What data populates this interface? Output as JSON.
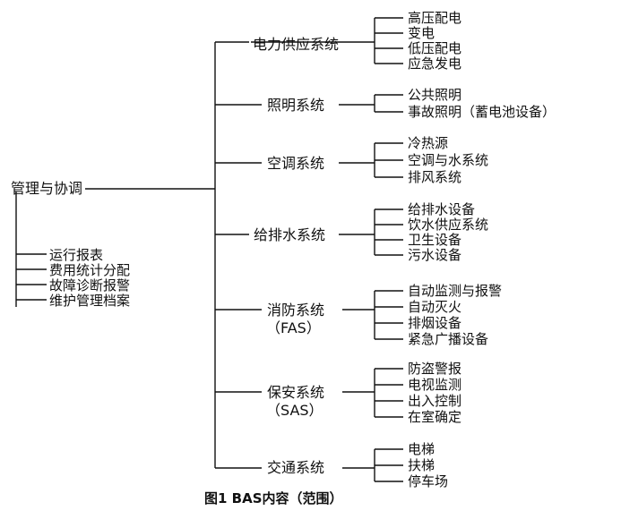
{
  "root": "管理与协调",
  "management": [
    "运行报表",
    "费用统计分配",
    "故障诊断报警",
    "维护管理档案"
  ],
  "systems": [
    {
      "name": "电力供应系统",
      "items": [
        "高压配电",
        "变电",
        "低压配电",
        "应急发电"
      ]
    },
    {
      "name": "照明系统",
      "items": [
        "公共照明",
        "事故照明（蓄电池设备）"
      ]
    },
    {
      "name": "空调系统",
      "items": [
        "冷热源",
        "空调与水系统",
        "排风系统"
      ]
    },
    {
      "name": "给排水系统",
      "items": [
        "给排水设备",
        "饮水供应系统",
        "卫生设备",
        "污水设备"
      ]
    },
    {
      "name": "消防系统",
      "sub": "（FAS）",
      "items": [
        "自动监测与报警",
        "自动灭火",
        "排烟设备",
        "紧急广播设备"
      ]
    },
    {
      "name": "保安系统",
      "sub": "（SAS）",
      "items": [
        "防盗警报",
        "电视监测",
        "出入控制",
        "在室确定"
      ]
    },
    {
      "name": "交通系统",
      "items": [
        "电梯",
        "扶梯",
        "停车场"
      ]
    }
  ],
  "caption": "图1  BAS内容（范围）"
}
